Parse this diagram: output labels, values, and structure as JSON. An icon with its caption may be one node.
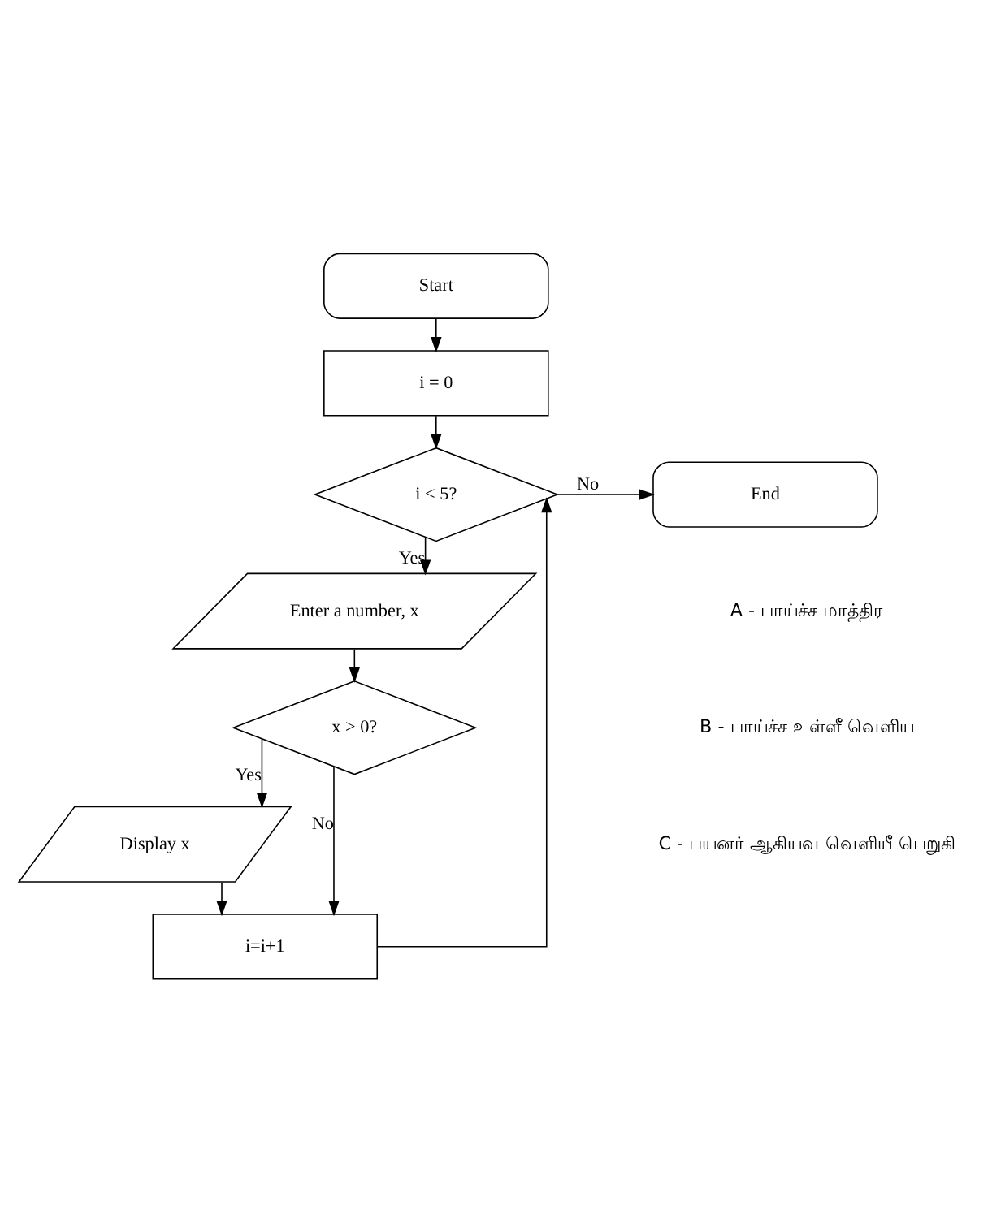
{
  "diagram": {
    "nodes": [
      {
        "text": [
          "Start"
        ]
      },
      {
        "text": [
          "i = 0"
        ]
      },
      {
        "text": [
          "i < 5?"
        ]
      },
      {
        "text": [
          "End"
        ]
      },
      {
        "text": [
          "Enter a number, x"
        ]
      },
      {
        "text": [
          "x > 0?"
        ]
      },
      {
        "text": [
          "Display x"
        ]
      },
      {
        "text": [
          "i=i+1"
        ]
      }
    ],
    "edges": [
      {
        "from": 0,
        "to": 1,
        "arrow": "to"
      },
      {
        "from": 1,
        "to": 2,
        "arrow": "to"
      },
      {
        "from": 2,
        "to": 3,
        "arrow": "to",
        "label": "No"
      },
      {
        "from": 2,
        "to": 4,
        "arrow": "to",
        "label": "Yes"
      },
      {
        "from": 4,
        "to": 5,
        "arrow": "to"
      },
      {
        "from": 5,
        "to": 6,
        "arrow": "to",
        "label": "Yes"
      },
      {
        "from": 5,
        "to": 7,
        "arrow": "to",
        "label": "No"
      },
      {
        "from": 6,
        "to": 7,
        "arrow": "to"
      },
      {
        "from": 7,
        "to": 2,
        "arrow": "to"
      }
    ],
    "labels": [
      "A - பாய்ச்ச மாத்திர",
      "B - பாய்ச்ச உள்ளீ வெளிய",
      "C - பயனர் ஆகியவ வெளியீ பெறுகி"
    ]
  }
}
